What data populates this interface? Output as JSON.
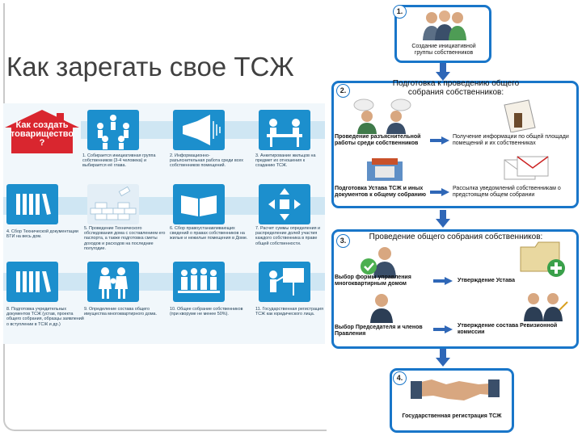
{
  "slide": {
    "title": "Как зарегать свое ТСЖ"
  },
  "infographic": {
    "house_title": "Как создать товарищество ?",
    "steps": [
      {
        "id": 1,
        "icon": "group-icon",
        "text": "1. Собирается инициативная группа собственников (3-4 человека) и выбирается её глава."
      },
      {
        "id": 2,
        "icon": "megaphone-icon",
        "text": "2. Информационно-разъяснительная работа среди всех собственников помещений."
      },
      {
        "id": 3,
        "icon": "meeting-icon",
        "text": "3. Анкетирование жильцов на предмет их отношения к созданию ТСЖ."
      },
      {
        "id": 4,
        "icon": "folders-icon",
        "text": "4. Сбор Технической документации БТИ на весь дом."
      },
      {
        "id": 5,
        "icon": "bricks-icon",
        "text": "5. Проведение Технического обследования дома с составлением его паспорта, а также подготовка сметы доходов и расходов на последние полугодие."
      },
      {
        "id": 6,
        "icon": "book-icon",
        "text": "6. Сбор правоустанавливающих сведений о правах собственников на жилые и нежилые помещения в Доме."
      },
      {
        "id": 7,
        "icon": "move-arrows-icon",
        "text": "7. Расчет суммы определения и распределение долей участия каждого собственника в праве общей собственности."
      },
      {
        "id": 8,
        "icon": "documents-icon",
        "text": "8. Подготовка учредительных документов ТСЖ (устав, проекта общего собрания, образцы заявлений о вступлении в ТСЖ и др.)"
      },
      {
        "id": 9,
        "icon": "family-icon",
        "text": "9. Определение состава общего имущества многоквартирного дома."
      },
      {
        "id": 10,
        "icon": "crowd-icon",
        "text": "10. Общее собрание собственников (при кворуме не менее 50%)."
      },
      {
        "id": 11,
        "icon": "presenter-icon",
        "text": "11. Государственная регистрация ТСЖ как юридического лица."
      }
    ]
  },
  "flowchart": {
    "block1": {
      "number": "1.",
      "label": "Создание инициативной группы собственников"
    },
    "block2": {
      "number": "2.",
      "heading": "Подготовка к проведению общего собрания собственников:",
      "left_1": "Проведение разъяснительной работы среди собственников",
      "right_1": "Получение информации по общей площади помещений и их собственниках",
      "left_2": "Подготовка Устава ТСЖ и иных документов к общему собранию",
      "right_2": "Рассылка уведомлений собственникам о предстоящем общем собрании"
    },
    "block3": {
      "number": "3.",
      "heading": "Проведение общего собрания собственников:",
      "left_1": "Выбор формы управления многоквартирным домом",
      "right_1": "Утверждение Устава",
      "left_2": "Выбор Председателя и членов Правления",
      "right_2": "Утверждение состава Ревизионной комиссии"
    },
    "block4": {
      "number": "4.",
      "label": "Государственная регистрация ТСЖ"
    },
    "colors": {
      "frame": "#1976c9",
      "arrow": "#2f67b7"
    }
  }
}
